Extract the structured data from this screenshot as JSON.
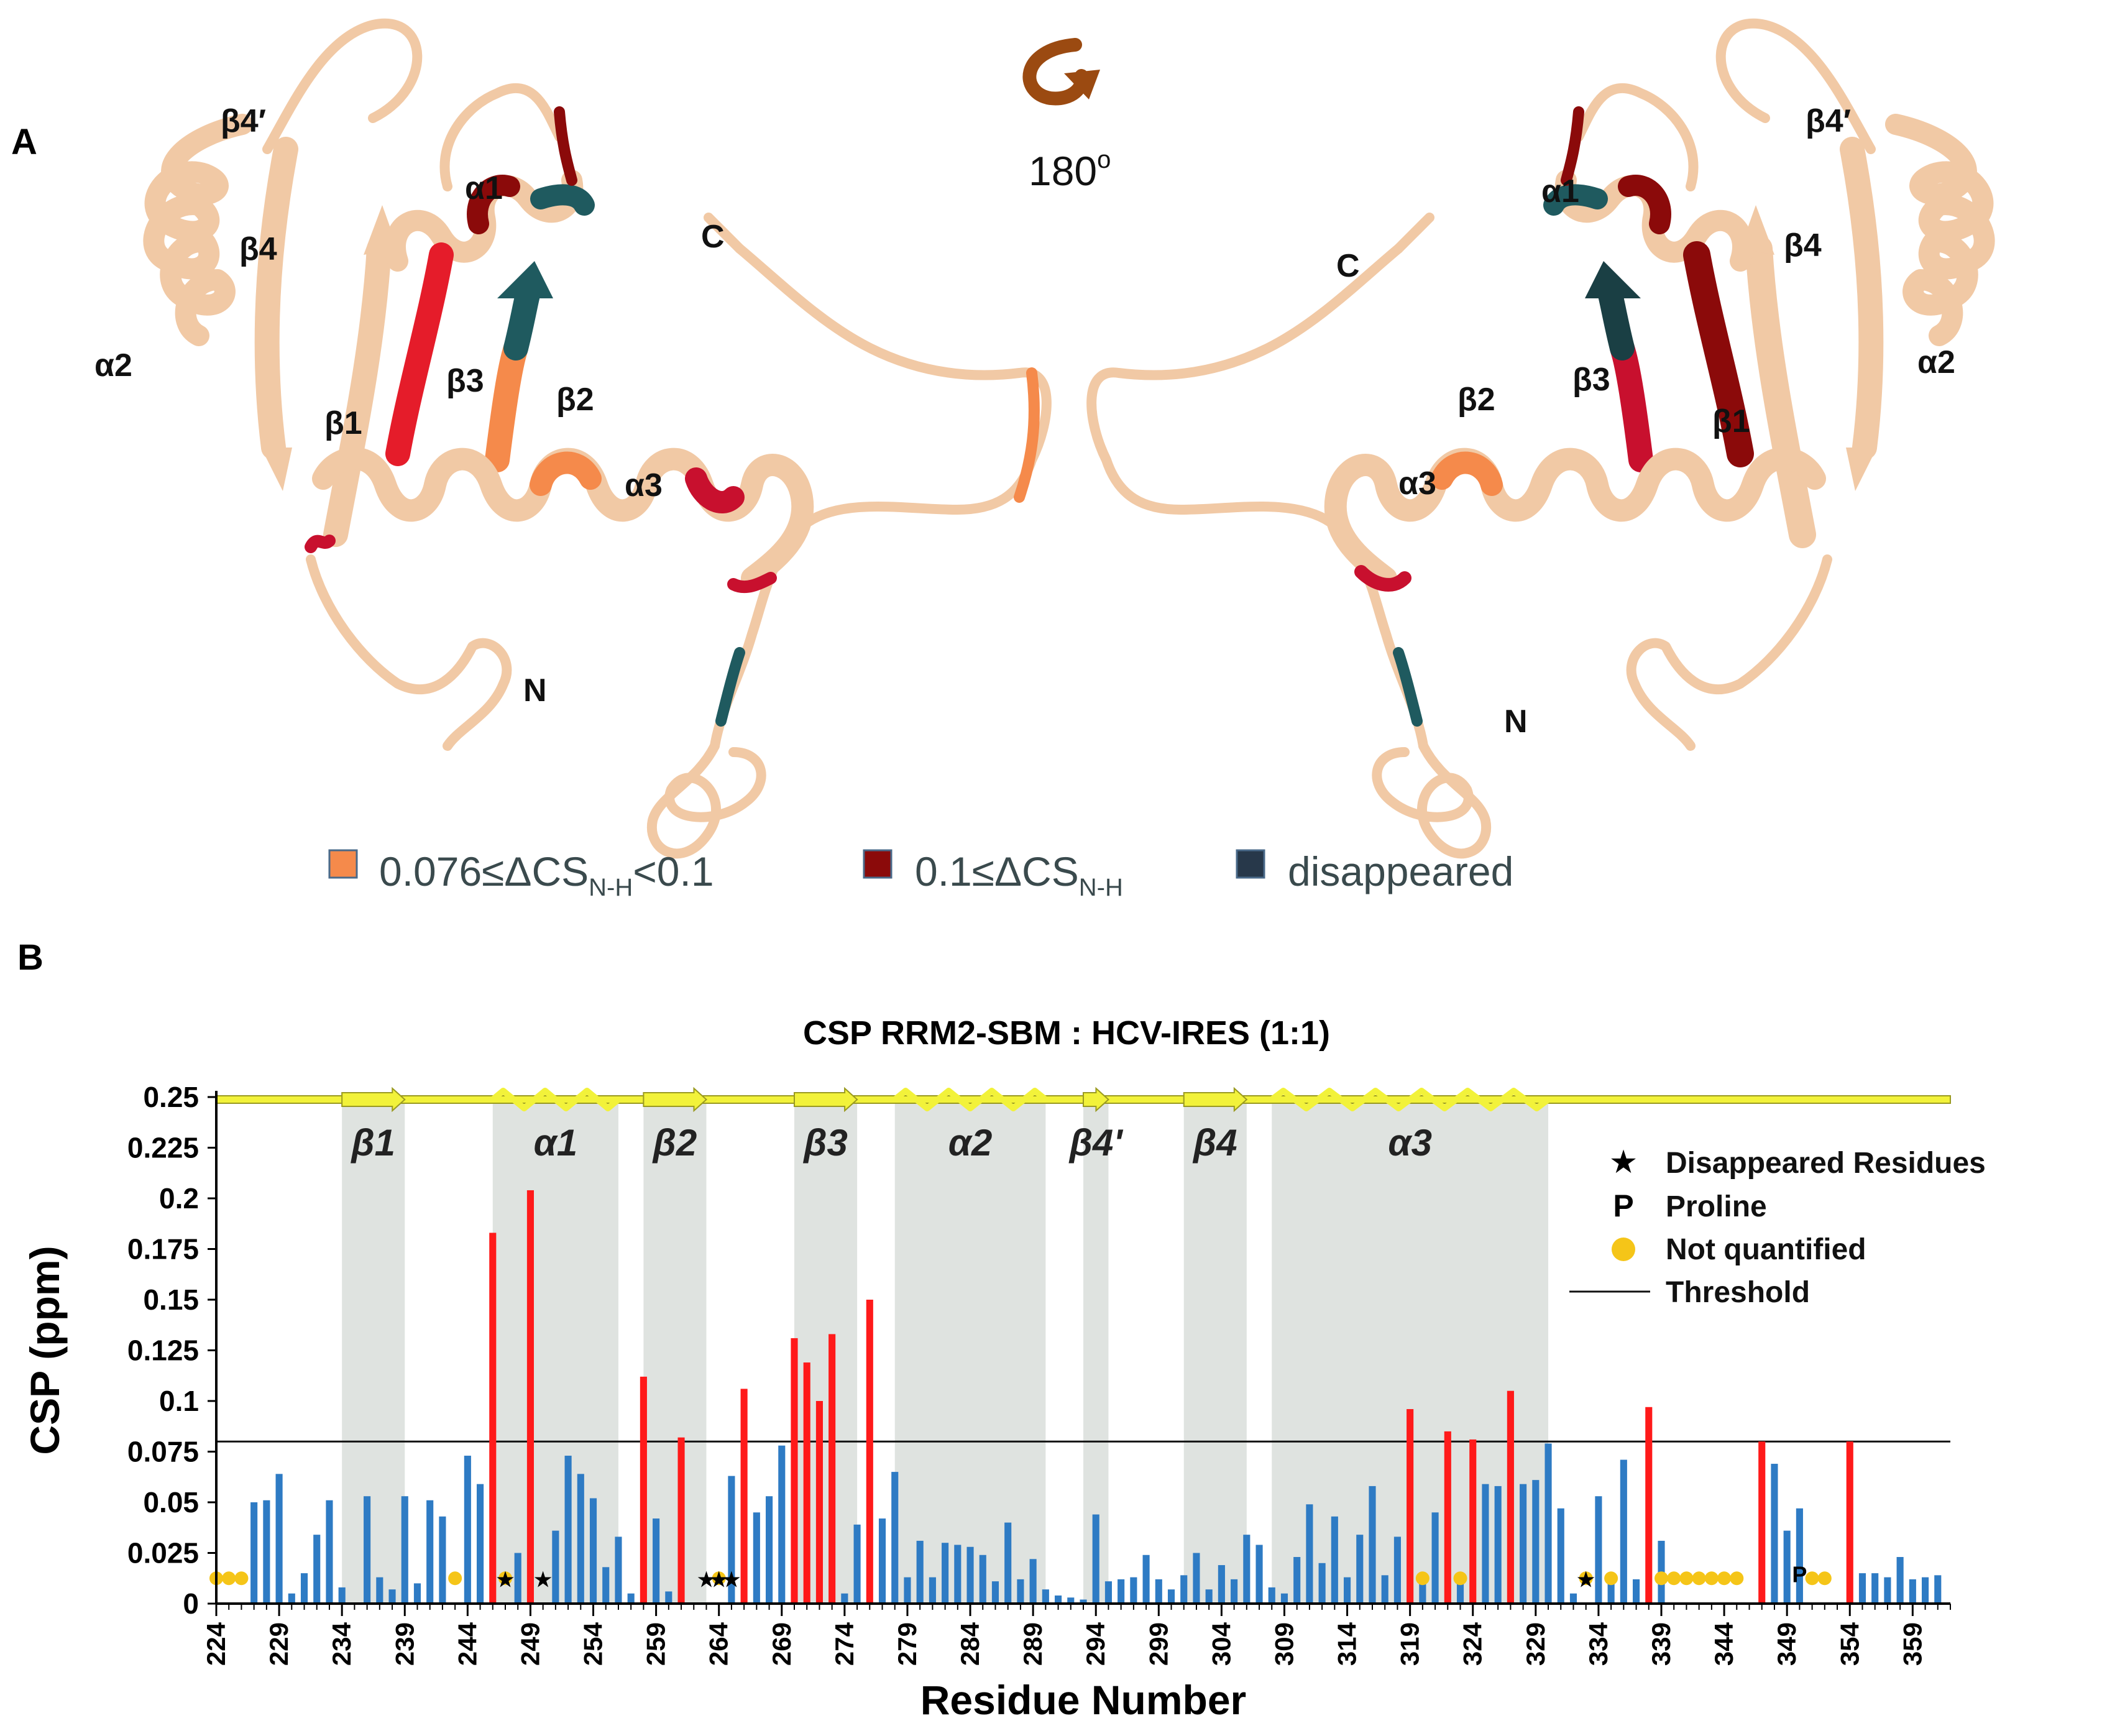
{
  "panel_a": {
    "label": "A",
    "rotation": "180",
    "rotation_sup": "o",
    "left_labels": {
      "b4p": "β4′",
      "b4": "β4",
      "a1": "α1",
      "a2": "α2",
      "b1": "β1",
      "b3": "β3",
      "b2": "β2",
      "a3": "α3",
      "c": "C",
      "n": "N"
    },
    "right_labels": {
      "b4p": "β4′",
      "b4": "β4",
      "a1": "α1",
      "a2": "α2",
      "b1": "β1",
      "b3": "β3",
      "b2": "β2",
      "a3": "α3",
      "c": "C",
      "n": "N"
    },
    "legend": [
      {
        "text": "0.076≤ΔCS",
        "sub": "N-H",
        "tail": "<0.1",
        "color": "#f58a4b"
      },
      {
        "text": "0.1≤ΔCS",
        "sub": "N-H",
        "tail": "",
        "color": "#8b0a0a"
      },
      {
        "text": "disappeared",
        "sub": "",
        "tail": "",
        "color": "#27384a"
      }
    ],
    "colors": {
      "ribbon": "#f1c9a5",
      "red": "#c8102e",
      "darkred": "#8b0a0a",
      "orange": "#f58a4b",
      "teal": "#1f5a5f"
    }
  },
  "panel_b": {
    "label": "B"
  },
  "chart_data": {
    "type": "bar",
    "title": "CSP RRM2-SBM : HCV-IRES  (1:1)",
    "xlabel": "Residue Number",
    "ylabel": "CSP (ppm)",
    "ylim": [
      0,
      0.25
    ],
    "xlim": [
      224,
      359
    ],
    "yticks": [
      "0",
      "0.025",
      "0.05",
      "0.075",
      "0.1",
      "0.125",
      "0.15",
      "0.175",
      "0.2",
      "0.225",
      "0.25"
    ],
    "xticks": [
      224,
      229,
      234,
      239,
      244,
      249,
      254,
      259,
      264,
      269,
      274,
      279,
      284,
      289,
      294,
      299,
      304,
      309,
      314,
      319,
      324,
      329,
      334,
      339,
      344,
      349,
      354,
      359
    ],
    "threshold": 0.08,
    "colors": {
      "below": "#2e7bc4",
      "above": "#ff1a1a",
      "not_quantified": "#f5c518",
      "shade": "#dfe3e0",
      "ss": "#f2f23a"
    },
    "secondary_structure": [
      {
        "label": "β1",
        "type": "strand",
        "start": 234,
        "end": 239
      },
      {
        "label": "α1",
        "type": "helix",
        "start": 246,
        "end": 256
      },
      {
        "label": "β2",
        "type": "strand",
        "start": 258,
        "end": 263
      },
      {
        "label": "β3",
        "type": "strand",
        "start": 270,
        "end": 275
      },
      {
        "label": "α2",
        "type": "helix",
        "start": 278,
        "end": 290
      },
      {
        "label": "β4'",
        "type": "strand",
        "start": 293,
        "end": 295
      },
      {
        "label": "β4",
        "type": "strand",
        "start": 301,
        "end": 306
      },
      {
        "label": "α3",
        "type": "helix",
        "start": 308,
        "end": 330
      }
    ],
    "bars": [
      [
        227,
        0.05
      ],
      [
        228,
        0.051
      ],
      [
        229,
        0.064
      ],
      [
        230,
        0.005
      ],
      [
        231,
        0.015
      ],
      [
        232,
        0.034
      ],
      [
        233,
        0.051
      ],
      [
        234,
        0.008
      ],
      [
        236,
        0.053
      ],
      [
        237,
        0.013
      ],
      [
        238,
        0.007
      ],
      [
        239,
        0.053
      ],
      [
        240,
        0.01
      ],
      [
        241,
        0.051
      ],
      [
        242,
        0.043
      ],
      [
        244,
        0.073
      ],
      [
        245,
        0.059
      ],
      [
        246,
        0.183
      ],
      [
        248,
        0.025
      ],
      [
        249,
        0.204
      ],
      [
        251,
        0.036
      ],
      [
        252,
        0.073
      ],
      [
        253,
        0.064
      ],
      [
        254,
        0.052
      ],
      [
        255,
        0.018
      ],
      [
        256,
        0.033
      ],
      [
        257,
        0.005
      ],
      [
        258,
        0.112
      ],
      [
        259,
        0.042
      ],
      [
        260,
        0.006
      ],
      [
        261,
        0.082
      ],
      [
        265,
        0.063
      ],
      [
        266,
        0.106
      ],
      [
        267,
        0.045
      ],
      [
        268,
        0.053
      ],
      [
        269,
        0.078
      ],
      [
        270,
        0.131
      ],
      [
        271,
        0.119
      ],
      [
        272,
        0.1
      ],
      [
        273,
        0.133
      ],
      [
        274,
        0.005
      ],
      [
        275,
        0.039
      ],
      [
        276,
        0.15
      ],
      [
        277,
        0.042
      ],
      [
        278,
        0.065
      ],
      [
        279,
        0.013
      ],
      [
        280,
        0.031
      ],
      [
        281,
        0.013
      ],
      [
        282,
        0.03
      ],
      [
        283,
        0.029
      ],
      [
        284,
        0.028
      ],
      [
        285,
        0.024
      ],
      [
        286,
        0.011
      ],
      [
        287,
        0.04
      ],
      [
        288,
        0.012
      ],
      [
        289,
        0.022
      ],
      [
        290,
        0.007
      ],
      [
        291,
        0.004
      ],
      [
        292,
        0.003
      ],
      [
        293,
        0.002
      ],
      [
        294,
        0.044
      ],
      [
        295,
        0.011
      ],
      [
        296,
        0.012
      ],
      [
        297,
        0.013
      ],
      [
        298,
        0.024
      ],
      [
        299,
        0.012
      ],
      [
        300,
        0.007
      ],
      [
        301,
        0.014
      ],
      [
        302,
        0.025
      ],
      [
        303,
        0.007
      ],
      [
        304,
        0.019
      ],
      [
        305,
        0.012
      ],
      [
        306,
        0.034
      ],
      [
        307,
        0.029
      ],
      [
        308,
        0.008
      ],
      [
        309,
        0.005
      ],
      [
        310,
        0.023
      ],
      [
        311,
        0.049
      ],
      [
        312,
        0.02
      ],
      [
        313,
        0.043
      ],
      [
        314,
        0.013
      ],
      [
        315,
        0.034
      ],
      [
        316,
        0.058
      ],
      [
        317,
        0.014
      ],
      [
        318,
        0.033
      ],
      [
        319,
        0.096
      ],
      [
        320,
        0.01
      ],
      [
        321,
        0.045
      ],
      [
        322,
        0.085
      ],
      [
        323,
        0.01
      ],
      [
        324,
        0.081
      ],
      [
        325,
        0.059
      ],
      [
        326,
        0.058
      ],
      [
        327,
        0.105
      ],
      [
        328,
        0.059
      ],
      [
        329,
        0.061
      ],
      [
        330,
        0.079
      ],
      [
        331,
        0.047
      ],
      [
        332,
        0.005
      ],
      [
        334,
        0.053
      ],
      [
        335,
        0.012
      ],
      [
        336,
        0.071
      ],
      [
        337,
        0.012
      ],
      [
        338,
        0.097
      ],
      [
        339,
        0.031
      ],
      [
        347,
        0.08
      ],
      [
        348,
        0.069
      ],
      [
        349,
        0.036
      ],
      [
        350,
        0.047
      ],
      [
        354,
        0.08
      ],
      [
        355,
        0.015
      ],
      [
        356,
        0.015
      ],
      [
        357,
        0.013
      ],
      [
        358,
        0.023
      ],
      [
        359,
        0.012
      ],
      [
        360,
        0.013
      ],
      [
        361,
        0.014
      ]
    ],
    "not_quantified": [
      224,
      225,
      226,
      243,
      247,
      264,
      320,
      323,
      333,
      335,
      339,
      340,
      341,
      342,
      343,
      344,
      345,
      351,
      352
    ],
    "disappeared": [
      247,
      250,
      263,
      264,
      265,
      333
    ],
    "proline": [
      350
    ],
    "legend": [
      {
        "symbol": "★",
        "label": "Disappeared Residues"
      },
      {
        "symbol": "P",
        "label": "Proline"
      },
      {
        "symbol": "●",
        "label": "Not quantified"
      },
      {
        "symbol": "line",
        "label": "Threshold"
      }
    ]
  }
}
